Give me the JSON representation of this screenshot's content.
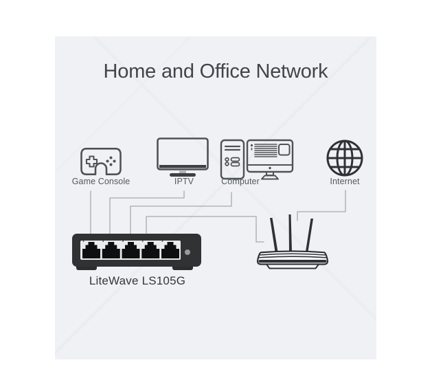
{
  "title": "Home and Office Network",
  "devices": [
    {
      "id": "game-console",
      "label": "Game Console"
    },
    {
      "id": "iptv",
      "label": "IPTV"
    },
    {
      "id": "computer",
      "label": "Computer"
    },
    {
      "id": "internet",
      "label": "Internet"
    }
  ],
  "switch": {
    "model": "LiteWave LS105G",
    "port_count": 5,
    "has_led": true
  },
  "router": {
    "antenna_count": 3
  },
  "connections": [
    "game-console -> switch-port-1",
    "iptv -> switch-port-2",
    "computer -> switch-port-3",
    "switch-port-4 -> router",
    "internet -> router"
  ],
  "colors": {
    "page_background": "#ffffff",
    "panel_background": "#eff1f4",
    "title_text": "#40454c",
    "label_text": "#54585d",
    "icon_stroke": "#4e5257",
    "globe_stroke": "#2e3237",
    "connector_line": "#a6a9ad",
    "switch_body": "#303234",
    "switch_panel": "#ececec",
    "switch_port": "#0e0f10",
    "switch_led": "#98999b",
    "router_stroke": "#2e3237"
  }
}
